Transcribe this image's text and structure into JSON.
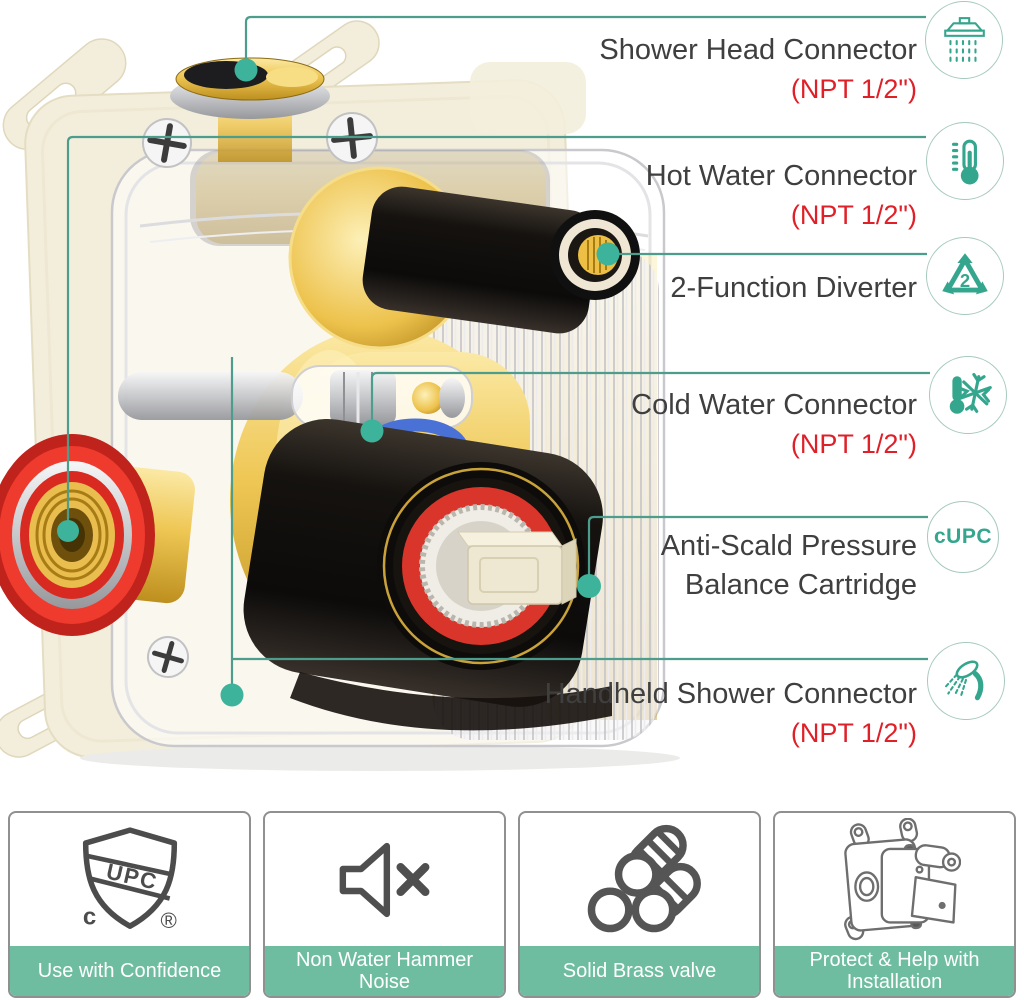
{
  "callouts": [
    {
      "label": "Shower Head Connector",
      "sub": "(NPT 1/2\")",
      "icon": "shower-head-icon"
    },
    {
      "label": "Hot Water Connector",
      "sub": "(NPT 1/2\")",
      "icon": "hot-thermometer-icon"
    },
    {
      "label": "2-Function Diverter",
      "sub": "",
      "icon": "recycle-2-icon",
      "icon_text": "2"
    },
    {
      "label": "Cold Water Connector",
      "sub": "(NPT 1/2\")",
      "icon": "cold-thermometer-icon"
    },
    {
      "label": "Anti-Scald Pressure",
      "label2": "Balance Cartridge",
      "sub": "",
      "icon": "cupc-badge",
      "badge_text": "cUPC"
    },
    {
      "label": "Handheld Shower Connector",
      "sub": "(NPT 1/2\")",
      "icon": "handheld-shower-icon"
    }
  ],
  "feature_cards": [
    {
      "line1": "Use with Confidence",
      "line2": "",
      "icon": "upc-shield-icon",
      "shield_text": "UPC",
      "shield_left": "c",
      "shield_right": "®"
    },
    {
      "line1": "Non Water Hammer",
      "line2": "Noise",
      "icon": "muted-speaker-icon"
    },
    {
      "line1": "Solid Brass valve",
      "line2": "",
      "icon": "brass-tubes-icon"
    },
    {
      "line1": "Protect & Help with",
      "line2": "Installation",
      "icon": "valve-sketch-icon"
    }
  ],
  "colors": {
    "accent_line": "#4d9d8d",
    "dot": "#3cb39a",
    "icon_teal": "#35a68e",
    "label_text": "#3f3f3f",
    "npt_red": "#e02028",
    "card_band_green": "#6fbda0",
    "card_border": "#909090",
    "backplate_cream": "#f3eedb",
    "brass_gold": "#e8bc4e",
    "cartridge_red": "#da352b",
    "cold_blue": "#4a72d6"
  }
}
